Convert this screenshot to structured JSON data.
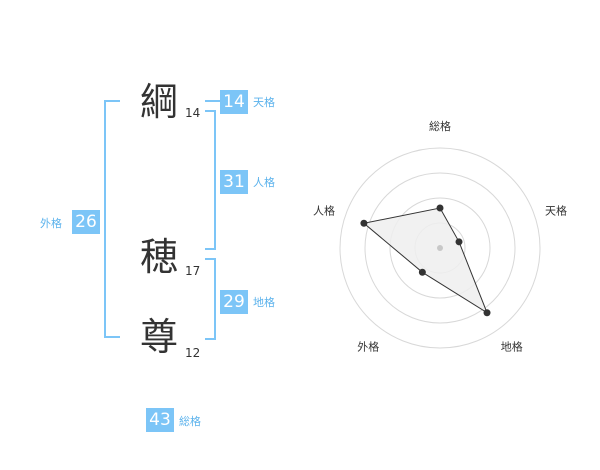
{
  "name": {
    "characters": [
      {
        "char": "綱",
        "strokes": "14"
      },
      {
        "char": "穂",
        "strokes": "17"
      },
      {
        "char": "尊",
        "strokes": "12"
      }
    ]
  },
  "kaku": {
    "tenkaku": {
      "value": "14",
      "label": "天格"
    },
    "jinkaku": {
      "value": "31",
      "label": "人格"
    },
    "chikaku": {
      "value": "29",
      "label": "地格"
    },
    "gaikaku": {
      "value": "26",
      "label": "外格"
    },
    "soukaku": {
      "value": "43",
      "label": "総格"
    }
  },
  "chart_data": {
    "type": "radar",
    "axes": [
      "総格",
      "天格",
      "地格",
      "外格",
      "人格"
    ],
    "values": [
      2,
      1,
      4,
      1.5,
      4
    ],
    "max": 5,
    "rings": 4,
    "colors": {
      "fill": "#eeeeee",
      "line": "#333333",
      "ring": "#d8d8d8",
      "center": "#c8c8c8"
    }
  }
}
